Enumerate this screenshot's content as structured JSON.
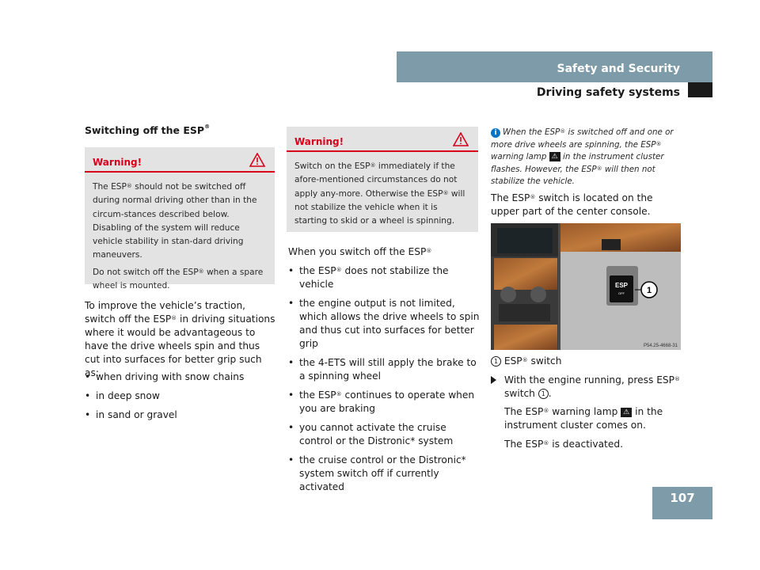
{
  "header": {
    "section": "Safety and Security",
    "subsection": "Driving safety systems"
  },
  "page_number": "107",
  "left": {
    "heading": "Switching off the ESP",
    "warning": {
      "label": "Warning!",
      "p1": [
        "The ESP",
        " should not be switched off during normal driving other than in the circum-stances described below. Disabling of the system will reduce vehicle stability in stan-dard driving maneuvers."
      ],
      "p2": [
        "Do not switch off the ESP",
        " when a spare wheel is mounted."
      ]
    },
    "intro": [
      "To improve the vehicle’s traction, switch off the ESP",
      " in driving situations where it would be advantageous to have the drive wheels spin and thus cut into surfaces for better grip such as:"
    ],
    "bullets": [
      "when driving with snow chains",
      "in deep snow",
      "in sand or gravel"
    ]
  },
  "middle": {
    "warning": {
      "label": "Warning!",
      "p1": [
        "Switch on the ESP",
        " immediately if the afore-mentioned circumstances do not apply any-more. Otherwise the ESP",
        " will not stabilize the vehicle when it is starting to skid or a wheel is spinning."
      ]
    },
    "lead": "When you switch off the ESP",
    "bullets": [
      [
        "the ESP",
        " does not stabilize the vehicle"
      ],
      [
        "the engine output is not limited, which allows the drive wheels to spin and thus cut into surfaces for better grip"
      ],
      [
        "the 4-ETS will still apply the brake to a spinning wheel"
      ],
      [
        "the ESP",
        " continues to operate when you are braking"
      ],
      [
        "you cannot activate the cruise control or the Distronic* system"
      ],
      [
        "the cruise control or the Distronic* system switch off if currently activated"
      ]
    ]
  },
  "right": {
    "note": [
      "When the ESP",
      " is switched off and one or more drive wheels are spinning, the ESP",
      " warning lamp ",
      " in the instrument cluster flashes. However, the ESP",
      " will then not stabilize the vehicle."
    ],
    "location": [
      "The ESP",
      " switch is located on the upper part of the center console."
    ],
    "photo": {
      "button_text_1": "ESP",
      "button_text_2": "OFF",
      "callout": "1",
      "code": "P54.25-4668-31"
    },
    "legend": [
      "ESP",
      " switch"
    ],
    "step": [
      "With the engine running, press ESP",
      " switch "
    ],
    "result1": [
      "The ESP",
      " warning lamp ",
      " in the instrument cluster comes on."
    ],
    "result2": [
      "The ESP",
      " is deactivated."
    ],
    "reg": "®",
    "callout_num": "1",
    "lamp_glyph": "⚠"
  },
  "colors": {
    "accent": "#7d9ba8",
    "warning_red": "#d9001b",
    "box_bg": "#e3e3e3",
    "info_blue": "#0a74c4"
  }
}
